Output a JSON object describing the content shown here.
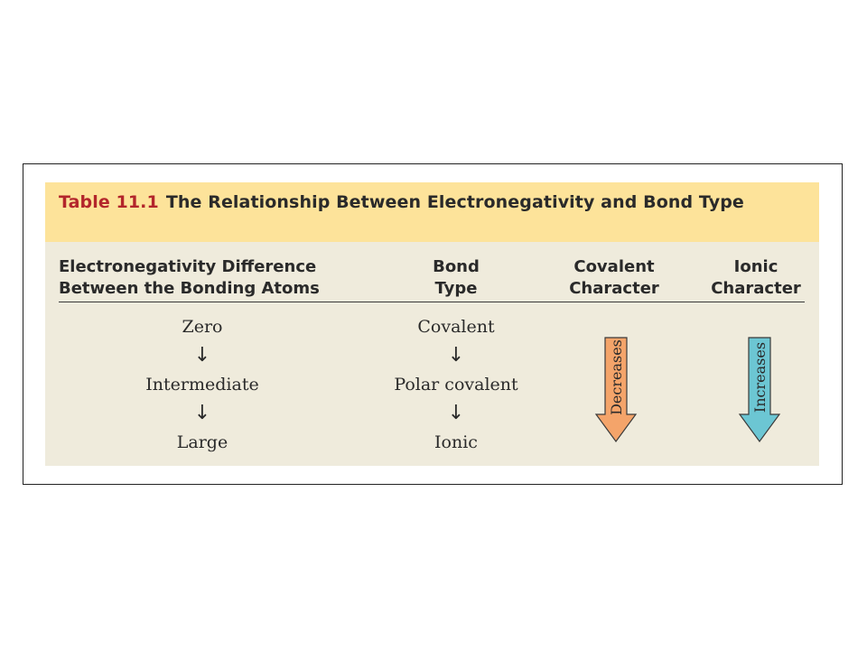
{
  "table": {
    "number": "Table 11.1",
    "title": "The Relationship Between Electronegativity and Bond Type",
    "columns": {
      "difference_line1": "Electronegativity Difference",
      "difference_line2": "Between the Bonding Atoms",
      "bond_line1": "Bond",
      "bond_line2": "Type",
      "covalent_line1": "Covalent",
      "covalent_line2": "Character",
      "ionic_line1": "Ionic",
      "ionic_line2": "Character"
    },
    "rows": [
      {
        "difference": "Zero",
        "bond": "Covalent"
      },
      {
        "difference": "Intermediate",
        "bond": "Polar covalent"
      },
      {
        "difference": "Large",
        "bond": "Ionic"
      }
    ],
    "down_arrow": "↓",
    "covalent_trend": "Decreases",
    "ionic_trend": "Increases"
  },
  "colors": {
    "title_band": "#fde39a",
    "panel": "#efebdc",
    "table_number": "#b3262b",
    "decrease_arrow": "#f4a46a",
    "increase_arrow": "#6cc6d3"
  }
}
